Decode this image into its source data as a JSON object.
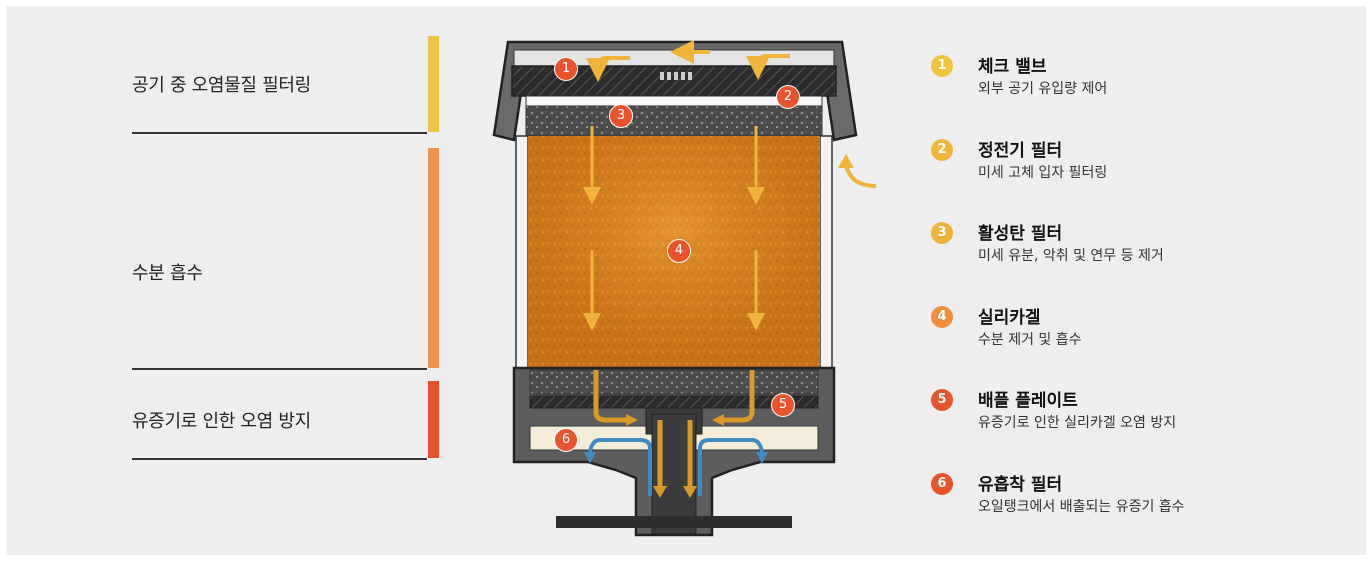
{
  "colors": {
    "background": "#eeeeee",
    "stage1": "#efc24a",
    "stage2": "#f0924a",
    "stage3": "#e8532d",
    "badge1": "#f1c33d",
    "badge2": "#f2b53c",
    "badge3": "#f0b33a",
    "badge4": "#ef8f3c",
    "badge5": "#e9542c",
    "badge6": "#e9542c",
    "flow_orange": "#f0b43a",
    "flow_blue": "#3f8cc4",
    "gel": "#d9831c"
  },
  "stages": [
    {
      "label": "공기 중 오염물질 필터링"
    },
    {
      "label": "수분 흡수"
    },
    {
      "label": "유증기로 인한 오염 방지"
    }
  ],
  "legend": [
    {
      "num": "1",
      "title": "체크 밸브",
      "desc": "외부 공기 유입량 제어"
    },
    {
      "num": "2",
      "title": "정전기 필터",
      "desc": "미세 고체 입자 필터링"
    },
    {
      "num": "3",
      "title": "활성탄 필터",
      "desc": "미세 유분, 악취 및 연무 등 제거"
    },
    {
      "num": "4",
      "title": "실리카겔",
      "desc": "수분 제거 및 흡수"
    },
    {
      "num": "5",
      "title": "배플 플레이트",
      "desc": "유증기로 인한 실리카겔 오염 방지"
    },
    {
      "num": "6",
      "title": "유흡착 필터",
      "desc": "오일탱크에서 배출되는 유증기 흡수"
    }
  ],
  "callouts": [
    "1",
    "2",
    "3",
    "4",
    "5",
    "6"
  ],
  "icons": {
    "flow_arrow": "arrow-down-icon",
    "intake_arrow": "curved-arrow-icon"
  }
}
